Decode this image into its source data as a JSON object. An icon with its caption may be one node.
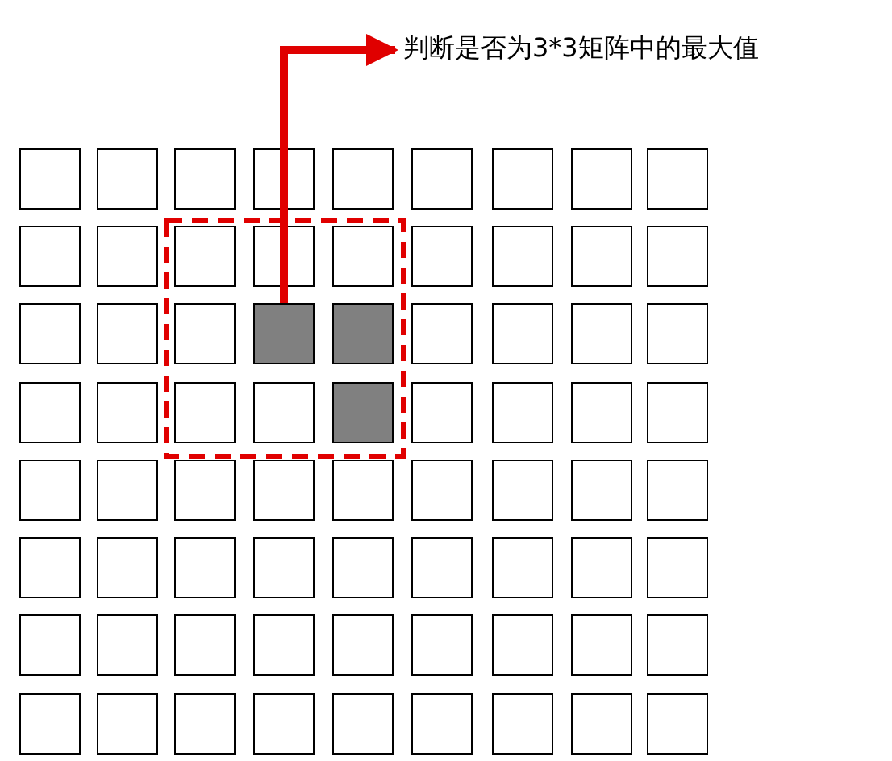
{
  "diagram": {
    "nodes": [
      {
        "text": [
          "判断是否为3*3矩阵中的最大值"
        ]
      },
      {
        "text": [],
        "shape": "box"
      }
    ],
    "edges": [
      {
        "from": 1,
        "to": 0,
        "arrow": "to"
      }
    ]
  }
}
